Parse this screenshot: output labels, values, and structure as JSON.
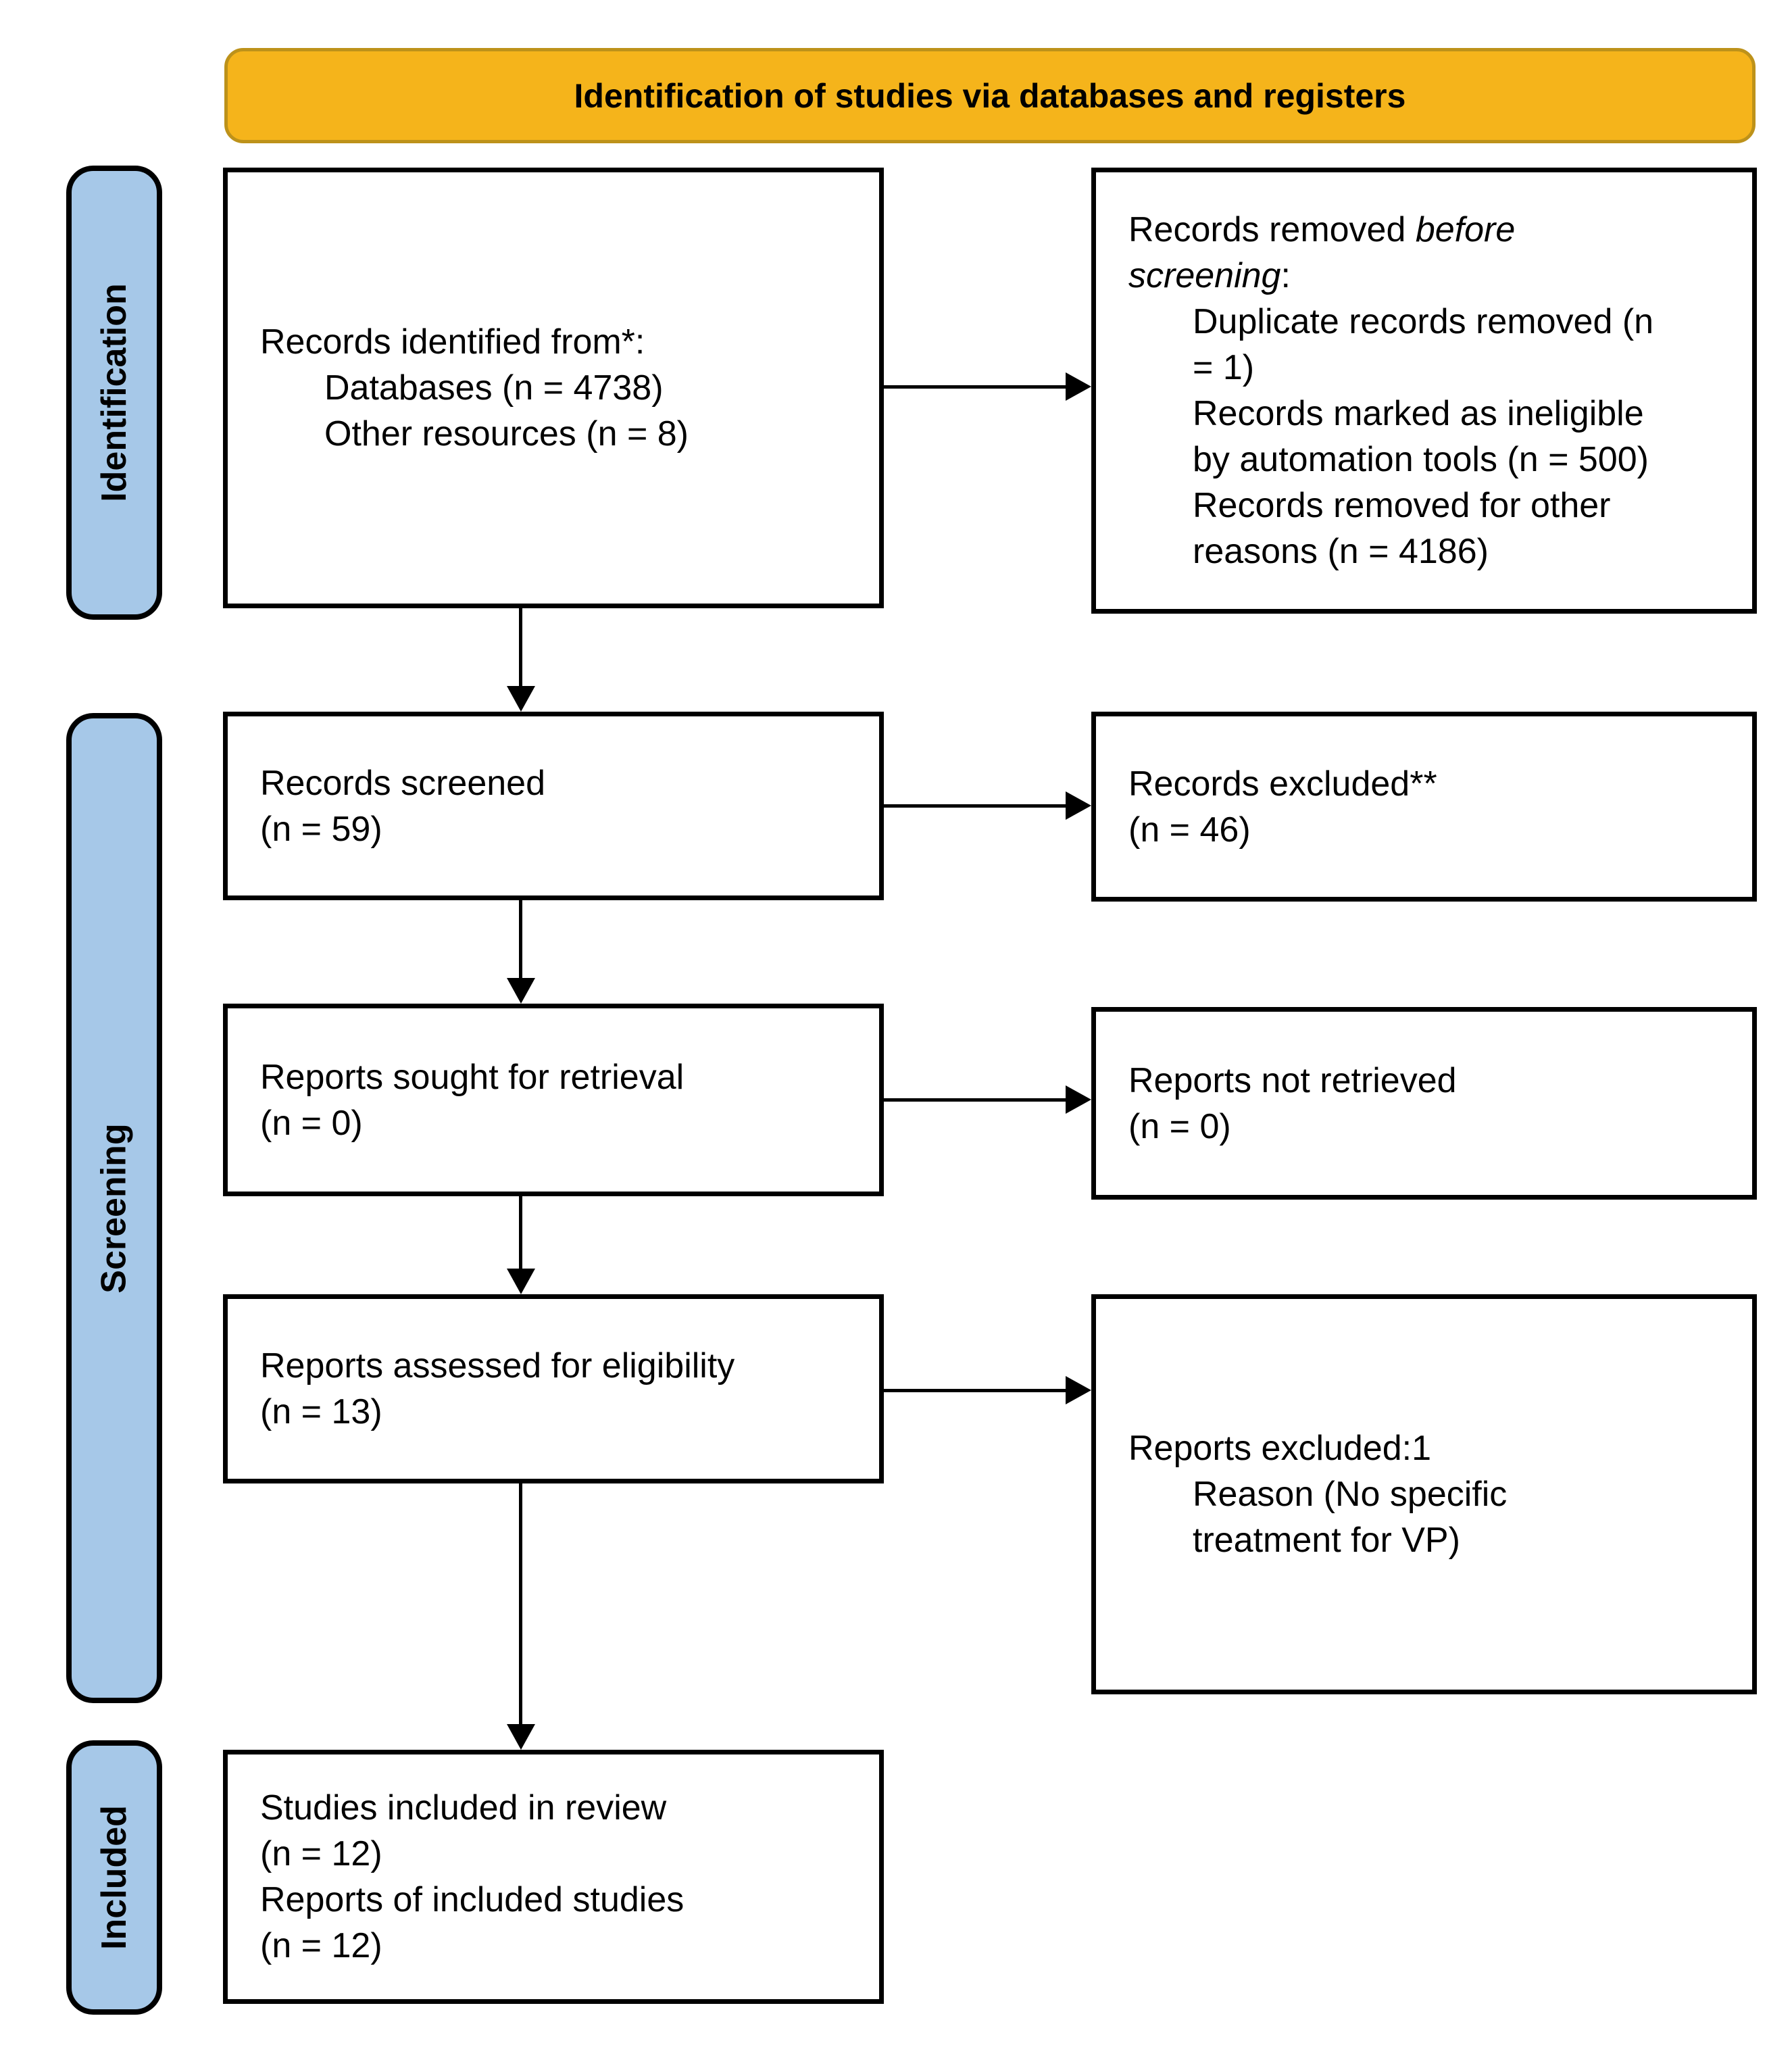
{
  "banner": {
    "label": "Identification of studies via databases and registers"
  },
  "stages": {
    "identification": "Identification",
    "screening": "Screening",
    "included": "Included"
  },
  "left_boxes": {
    "identified": {
      "line1": "Records identified from*:",
      "line2": "Databases (n = 4738)",
      "line3": "Other resources (n = 8)"
    },
    "screened": {
      "line1": "Records screened",
      "line2": "(n = 59)"
    },
    "sought": {
      "line1": "Reports sought for retrieval",
      "line2": "(n = 0)"
    },
    "assessed": {
      "line1": "Reports assessed for eligibility",
      "line2": "(n = 13)"
    },
    "included": {
      "line1": "Studies included in review",
      "line2": "(n = 12)",
      "line3": "Reports of included studies",
      "line4": "(n = 12)"
    }
  },
  "right_boxes": {
    "removed": {
      "title_pre": "Records removed ",
      "title_italic1": "before",
      "title_italic2": "screening",
      "title_post": ":",
      "item1_line1": "Duplicate records removed (n",
      "item1_line2": "= 1)",
      "item2_line1": "Records marked as ineligible",
      "item2_line2": "by automation tools (n = 500)",
      "item3_line1": "Records removed for other",
      "item3_line2": "reasons (n = 4186)"
    },
    "excluded": {
      "line1": "Records excluded**",
      "line2": "(n = 46)"
    },
    "not_retrieved": {
      "line1": "Reports not retrieved",
      "line2": "(n = 0)"
    },
    "reports_excluded": {
      "line1": "Reports excluded:1",
      "line2": "Reason (No specific",
      "line3": "treatment for VP)"
    }
  },
  "colors": {
    "banner_fill": "#F5B41B",
    "banner_border": "#BD921A",
    "stage_fill": "#A6C8E8",
    "box_border": "#000000",
    "arrow": "#000000",
    "background": "#FFFFFF"
  }
}
